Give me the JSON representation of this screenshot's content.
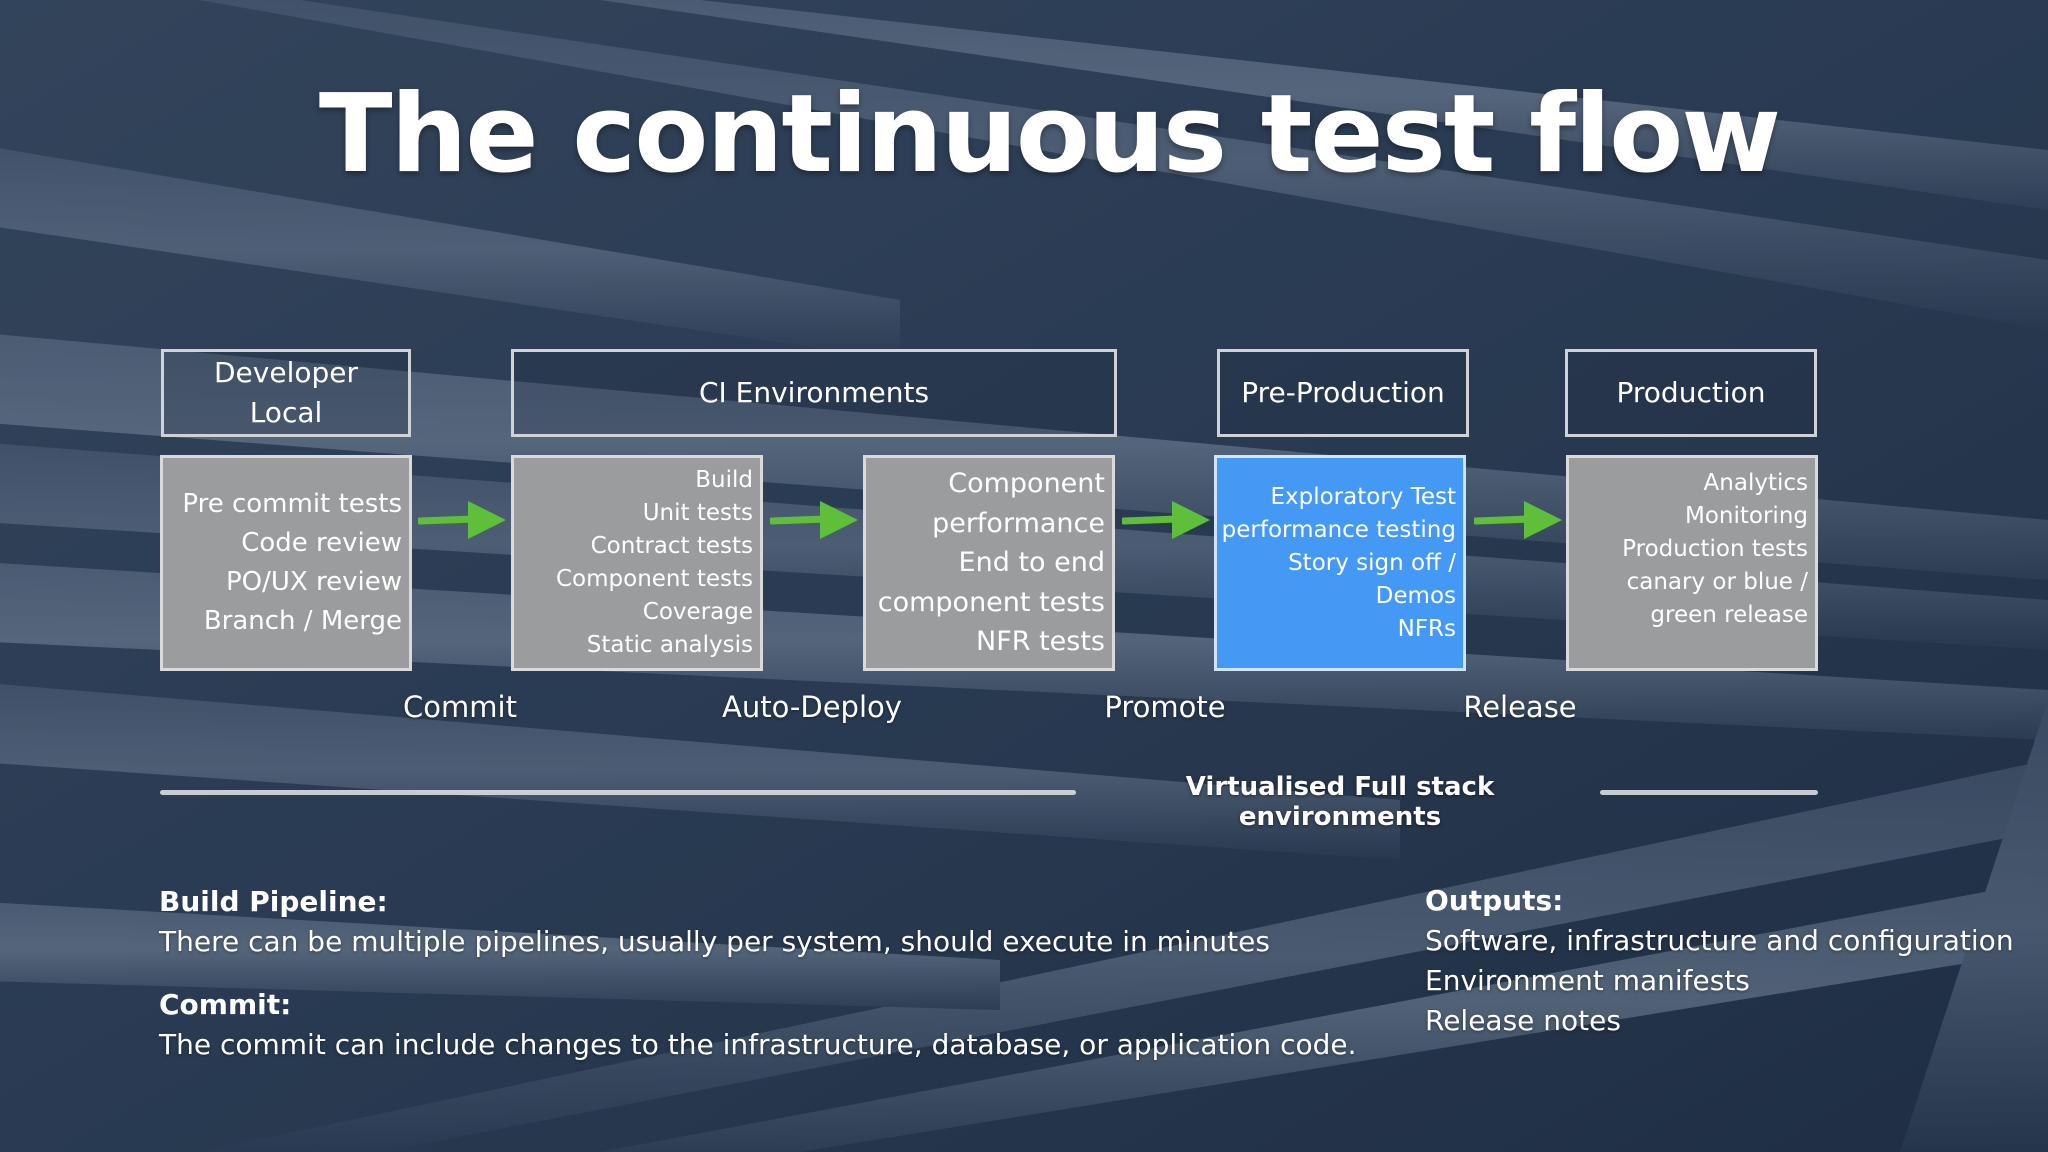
{
  "title": "The continuous test flow",
  "stages": [
    {
      "header": [
        "Developer",
        "Local"
      ],
      "items": [
        "Pre commit tests",
        "Code review",
        "PO/UX review",
        "Branch / Merge"
      ]
    },
    {
      "header": [
        "CI Environments"
      ],
      "items": [
        "Build",
        "Unit tests",
        "Contract tests",
        "Component tests",
        "Coverage",
        "Static analysis"
      ]
    },
    {
      "items": [
        "Component",
        "performance",
        "End to end",
        "component tests",
        "NFR tests"
      ]
    },
    {
      "header": [
        "Pre-Production"
      ],
      "items": [
        "Exploratory Test",
        "performance testing",
        "Story sign off /",
        "Demos",
        "NFRs"
      ]
    },
    {
      "header": [
        "Production"
      ],
      "items": [
        "Analytics",
        "Monitoring",
        "Production tests",
        "canary or blue /",
        "green release"
      ]
    }
  ],
  "transitions": [
    "Commit",
    "Auto-Deploy",
    "Promote",
    "Release"
  ],
  "virtualised": "Virtualised Full stack environments",
  "build_pipeline": {
    "heading": "Build Pipeline:",
    "text": "There can be multiple pipelines, usually per system, should execute in minutes"
  },
  "commit": {
    "heading": "Commit:",
    "text": "The commit can include changes to the infrastructure, database, or application code."
  },
  "outputs": {
    "heading": "Outputs:",
    "items": [
      "Software, infrastructure and configuration",
      "Environment manifests",
      "Release notes"
    ]
  },
  "colors": {
    "arrow": "#5fbf3a",
    "highlight_box": "#4499f4",
    "box": "#9a9c9e"
  }
}
